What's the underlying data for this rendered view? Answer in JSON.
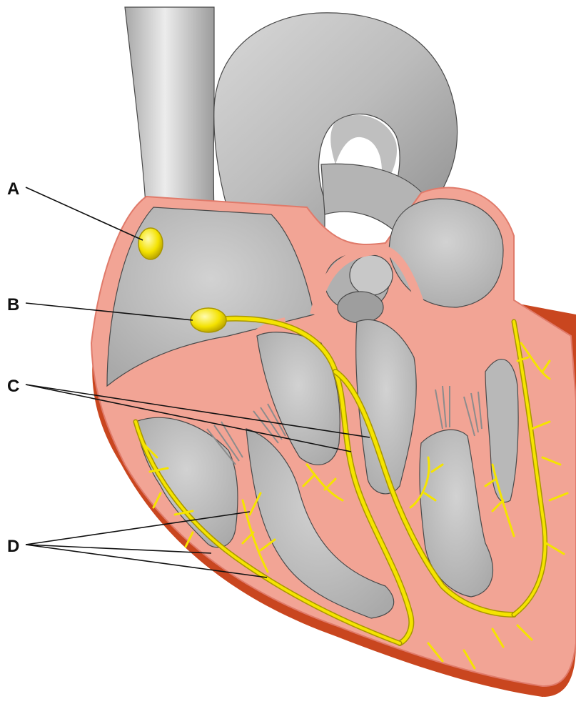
{
  "labels": [
    {
      "id": "A",
      "text": "A"
    },
    {
      "id": "B",
      "text": "B"
    },
    {
      "id": "C",
      "text": "C"
    },
    {
      "id": "D",
      "text": "D"
    }
  ],
  "colors": {
    "vessel": "#c4c4c4",
    "vessel_shadow": "#9a9a9a",
    "vessel_highlight": "#e6e6e6",
    "muscle": "#f2a495",
    "muscle_edge": "#e07a6a",
    "epicardium": "#c8441f",
    "conduction": "#f5e400",
    "conduction_edge": "#a89600",
    "node": "#f2e000",
    "chamber": "#bdbdbd"
  },
  "icons": {
    "nodes": [
      "sinoatrial-node-icon",
      "atrioventricular-node-icon"
    ]
  }
}
